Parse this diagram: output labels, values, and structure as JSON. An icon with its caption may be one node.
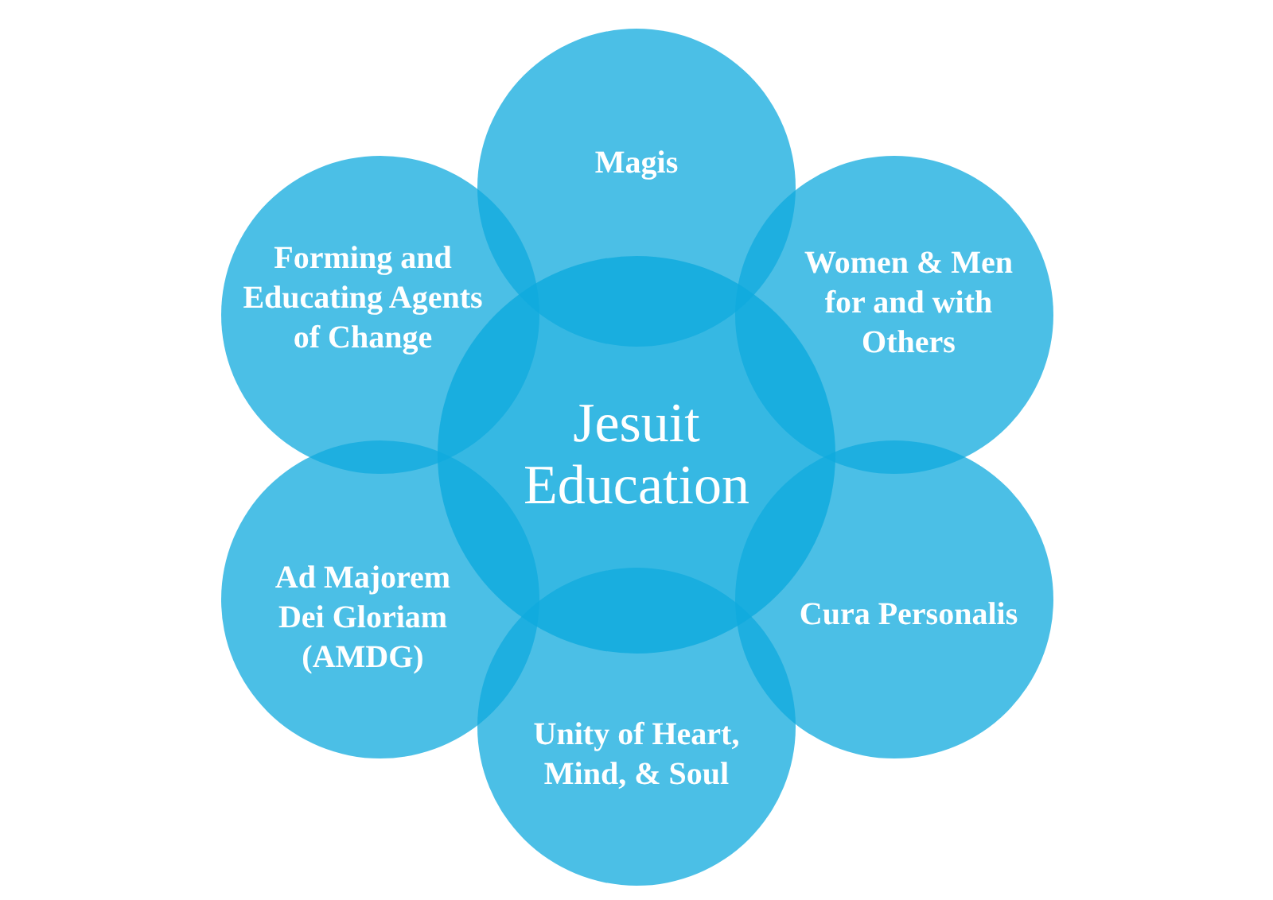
{
  "diagram": {
    "nodes": [
      {
        "text": [
          "Magis"
        ]
      },
      {
        "text": [
          "Forming and Educating Agents of Change"
        ]
      },
      {
        "text": [
          "Women & Men for and with Others"
        ]
      },
      {
        "text": [
          "Jesuit Education"
        ]
      },
      {
        "text": [
          "Ad Majorem Dei Gloriam (AMDG)"
        ]
      },
      {
        "text": [
          "Cura Personalis"
        ]
      },
      {
        "text": [
          "Unity of Heart, Mind, & Soul"
        ]
      }
    ]
  }
}
